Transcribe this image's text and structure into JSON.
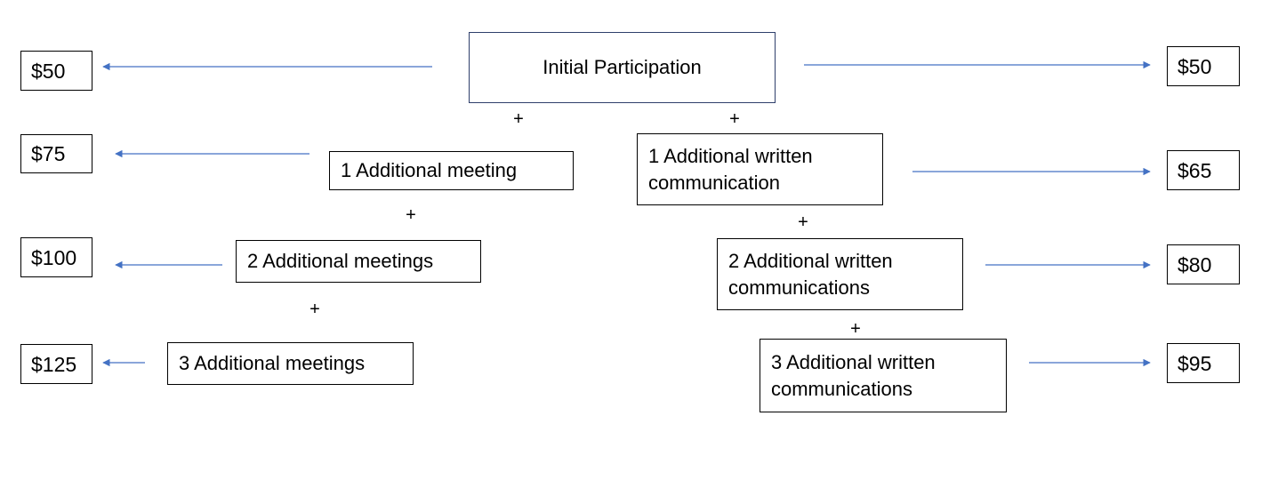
{
  "root": {
    "label": "Initial Participation"
  },
  "plus_sign": "+",
  "left": {
    "root_amount": "$50",
    "steps": [
      {
        "label": "1 Additional meeting",
        "amount": "$75"
      },
      {
        "label": "2 Additional meetings",
        "amount": "$100"
      },
      {
        "label": "3 Additional meetings",
        "amount": "$125"
      }
    ]
  },
  "right": {
    "root_amount": "$50",
    "steps": [
      {
        "label": "1 Additional written communication",
        "amount": "$65"
      },
      {
        "label": "2 Additional written communications",
        "amount": "$80"
      },
      {
        "label": "3 Additional written communications",
        "amount": "$95"
      }
    ]
  },
  "colors": {
    "arrow": "#4472c4",
    "root_border": "#2f3f6b",
    "box_border": "#000000"
  }
}
